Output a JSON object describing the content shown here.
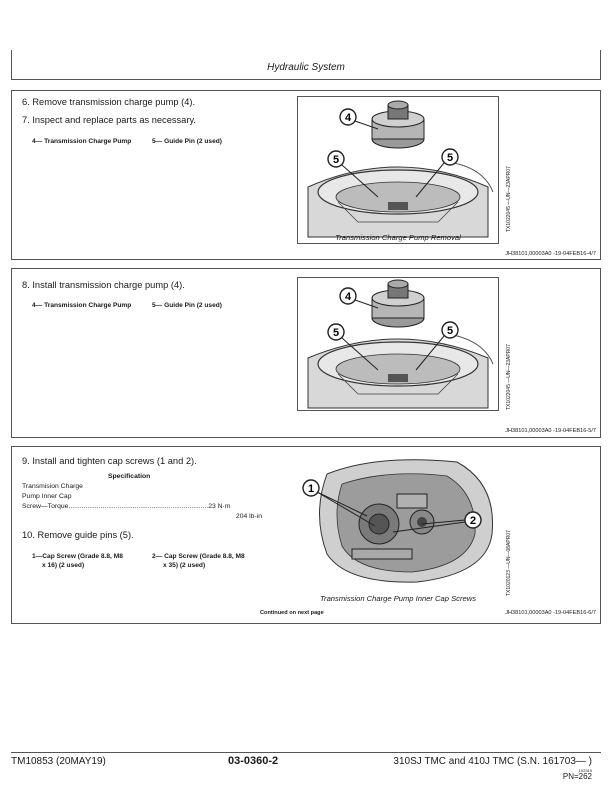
{
  "header": {
    "section_title": "Hydraulic System"
  },
  "panel1": {
    "steps": [
      "6.  Remove transmission charge pump (4).",
      "7.  Inspect and replace parts as necessary."
    ],
    "legend_a": "4— Transmission Charge Pump",
    "legend_b": "5— Guide Pin (2 used)",
    "callouts": [
      "4",
      "5",
      "5"
    ],
    "side_code": "TX1022045 —UN—23APR07",
    "caption": "Transmission Charge Pump Removal",
    "ref": "JH38101,00003A0 -19-04FEB16-4/7"
  },
  "panel2": {
    "steps": [
      "8.  Install transmission charge pump (4)."
    ],
    "legend_a": "4— Transmission Charge Pump",
    "legend_b": "5— Guide Pin (2 used)",
    "callouts": [
      "4",
      "5",
      "5"
    ],
    "side_code": "TX1022045 —UN—23APR07",
    "ref": "JH38101,00003A0 -19-04FEB16-5/7"
  },
  "panel3": {
    "step9": "9.  Install and tighten cap screws (1 and 2).",
    "spec_heading": "Specification",
    "spec_line1": "Transmision Charge",
    "spec_line2": "Pump Inner Cap",
    "spec_line3": "Screw—Torque..........................................................................23 N·m",
    "spec_line4": "204  lb-in",
    "step10": "10. Remove guide pins (5).",
    "legend_1a": "1—Cap Screw (Grade 8.8, M8",
    "legend_1b": "x 16) (2 used)",
    "legend_2a": "2— Cap Screw (Grade 8.8, M8",
    "legend_2b": "x 35) (2 used)",
    "callouts": [
      "1",
      "2"
    ],
    "side_code": "TX1020123 —UN—08APR07",
    "caption": "Transmission Charge Pump Inner Cap Screws",
    "continued": "Continued on next page",
    "ref": "JH38101,00003A0 -19-04FEB16-6/7"
  },
  "footer": {
    "left": "TM10853 (20MAY19)",
    "center": "03-0360-2",
    "right": "310SJ TMC and 410J TMC (S.N. 161703— )",
    "small": "102319",
    "pn": "PN=262"
  }
}
